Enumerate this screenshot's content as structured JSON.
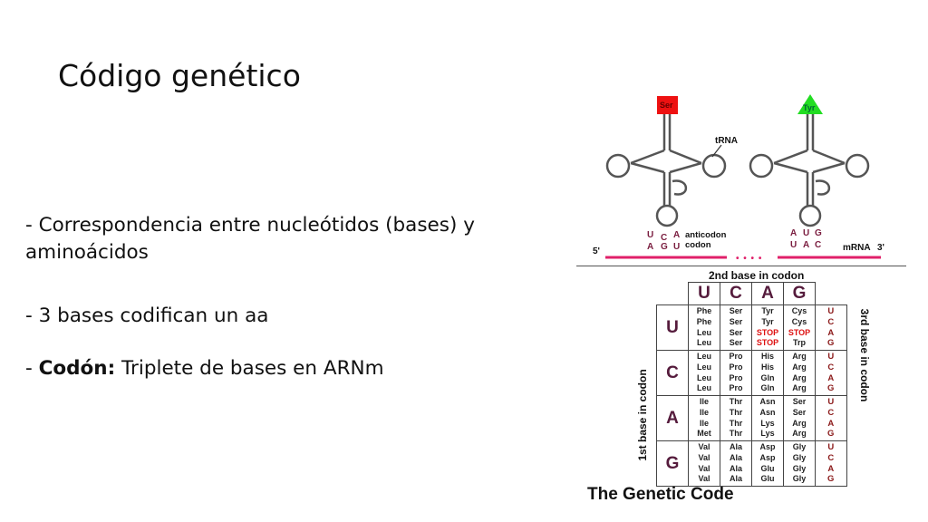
{
  "slide": {
    "title": "Código genético",
    "bullets": [
      {
        "prefix": "- ",
        "bold": "",
        "text": "Correspondencia entre nucleótidos (bases) y aminoácidos"
      },
      {
        "prefix": "- ",
        "bold": "",
        "text": "3 bases codifican un aa"
      },
      {
        "prefix": "- ",
        "bold": "Codón:",
        "text": " Triplete de bases en ARNm"
      }
    ]
  },
  "figure": {
    "trna_label": "tRNA",
    "amino_left": "Ser",
    "amino_right": "Tyr",
    "anticodon_left": [
      "U",
      "C",
      "A"
    ],
    "anticodon_right": [
      "A",
      "U",
      "G"
    ],
    "codon_left": [
      "A",
      "G",
      "U"
    ],
    "codon_right": [
      "U",
      "A",
      "C"
    ],
    "anticodon_label": "anticodon",
    "codon_label": "codon",
    "five_prime": "5'",
    "mrna_label": "mRNA",
    "three_prime": "3'",
    "dots": "• • • •",
    "colors": {
      "ser": "#ee1111",
      "tyr": "#22dd22",
      "mrna": "#e0206a",
      "base": "#7a1d3f"
    },
    "second_base_label": "2nd base in codon",
    "first_base_label": "1st base in codon",
    "third_base_label": "3rd base in codon",
    "caption": "The Genetic Code",
    "bases": [
      "U",
      "C",
      "A",
      "G"
    ],
    "third_bases": [
      "U",
      "C",
      "A",
      "G"
    ],
    "rows": [
      {
        "first": "U",
        "cells": [
          [
            "Phe",
            "Phe",
            "Leu",
            "Leu"
          ],
          [
            "Ser",
            "Ser",
            "Ser",
            "Ser"
          ],
          [
            "Tyr",
            "Tyr",
            "STOP",
            "STOP"
          ],
          [
            "Cys",
            "Cys",
            "STOP",
            "Trp"
          ]
        ]
      },
      {
        "first": "C",
        "cells": [
          [
            "Leu",
            "Leu",
            "Leu",
            "Leu"
          ],
          [
            "Pro",
            "Pro",
            "Pro",
            "Pro"
          ],
          [
            "His",
            "His",
            "Gln",
            "Gln"
          ],
          [
            "Arg",
            "Arg",
            "Arg",
            "Arg"
          ]
        ]
      },
      {
        "first": "A",
        "cells": [
          [
            "Ile",
            "Ile",
            "Ile",
            "Met"
          ],
          [
            "Thr",
            "Thr",
            "Thr",
            "Thr"
          ],
          [
            "Asn",
            "Asn",
            "Lys",
            "Lys"
          ],
          [
            "Ser",
            "Ser",
            "Arg",
            "Arg"
          ]
        ]
      },
      {
        "first": "G",
        "cells": [
          [
            "Val",
            "Val",
            "Val",
            "Val"
          ],
          [
            "Ala",
            "Ala",
            "Ala",
            "Ala"
          ],
          [
            "Asp",
            "Asp",
            "Glu",
            "Glu"
          ],
          [
            "Gly",
            "Gly",
            "Gly",
            "Gly"
          ]
        ]
      }
    ]
  }
}
